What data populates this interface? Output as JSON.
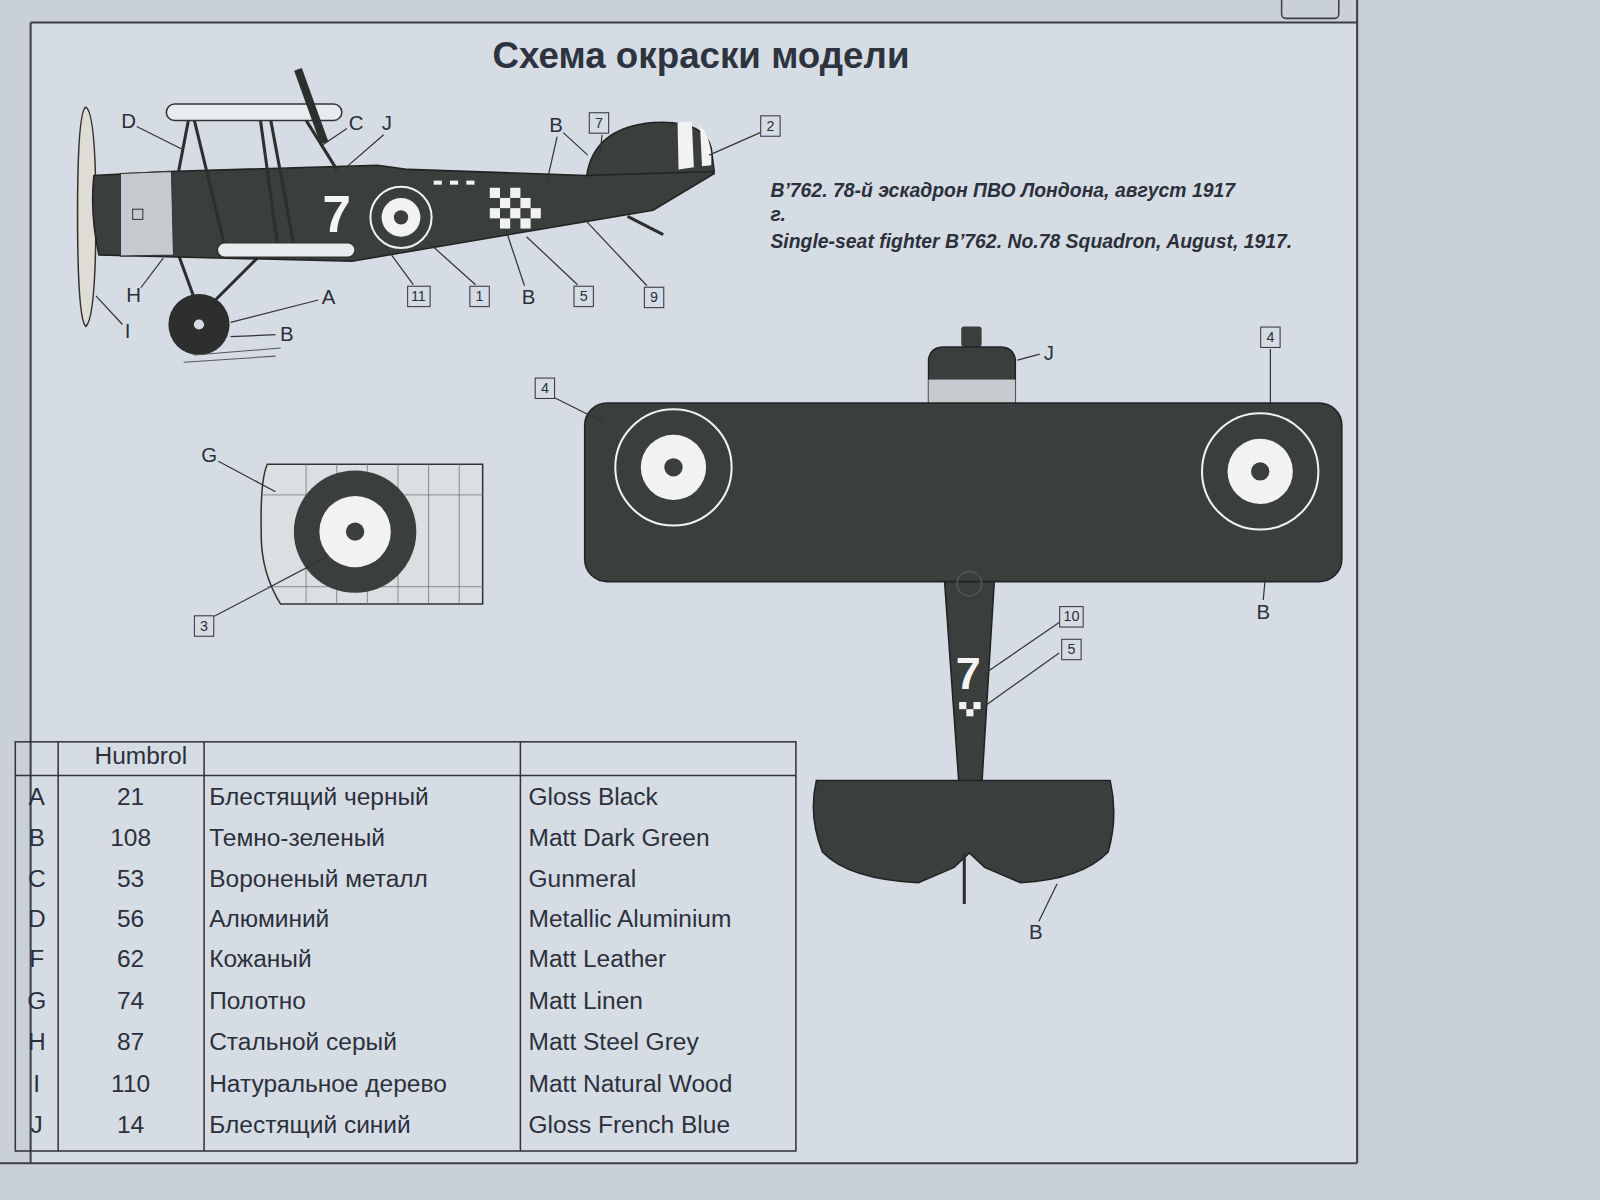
{
  "diagram": {
    "title": "Схема окраски модели",
    "nodes": [
      {
        "text": [
          "7"
        ]
      },
      {
        "text": [
          "2"
        ]
      },
      {
        "text": [
          "11"
        ]
      },
      {
        "text": [
          "1"
        ]
      },
      {
        "text": [
          "5"
        ]
      },
      {
        "text": [
          "9"
        ]
      },
      {
        "text": [
          "4"
        ]
      },
      {
        "text": [
          "4"
        ]
      },
      {
        "text": [
          "10"
        ]
      },
      {
        "text": [
          "3"
        ]
      },
      {
        "text": [
          "5"
        ]
      }
    ],
    "labels": [
      "B’762. 78-й эскадрон ПВО Лондона, август 1917 г.",
      "Single-seat fighter B’762. No.78 Squadron, August, 1917.",
      "D",
      "C",
      "J",
      "B",
      "7",
      "H",
      "A",
      "B",
      "I",
      "B",
      "J",
      "B",
      "7",
      "B",
      "G",
      "Humbrol",
      "A",
      "21",
      "Блестящий черный",
      "Gloss Black",
      "B",
      "108",
      "Темно-зеленый",
      "Matt Dark Green",
      "C",
      "53",
      "Вороненый металл",
      "Gunmeral",
      "D",
      "56",
      "Алюминий",
      "Metallic Aluminium",
      "F",
      "62",
      "Кожаный",
      "Matt Leather",
      "G",
      "74",
      "Полотно",
      "Matt Linen",
      "H",
      "87",
      "Стальной серый",
      "Matt Steel Grey",
      "I",
      "110",
      "Натуральное дерево",
      "Matt Natural Wood",
      "J",
      "14",
      "Блестящий синий",
      "Gloss French Blue"
    ]
  }
}
